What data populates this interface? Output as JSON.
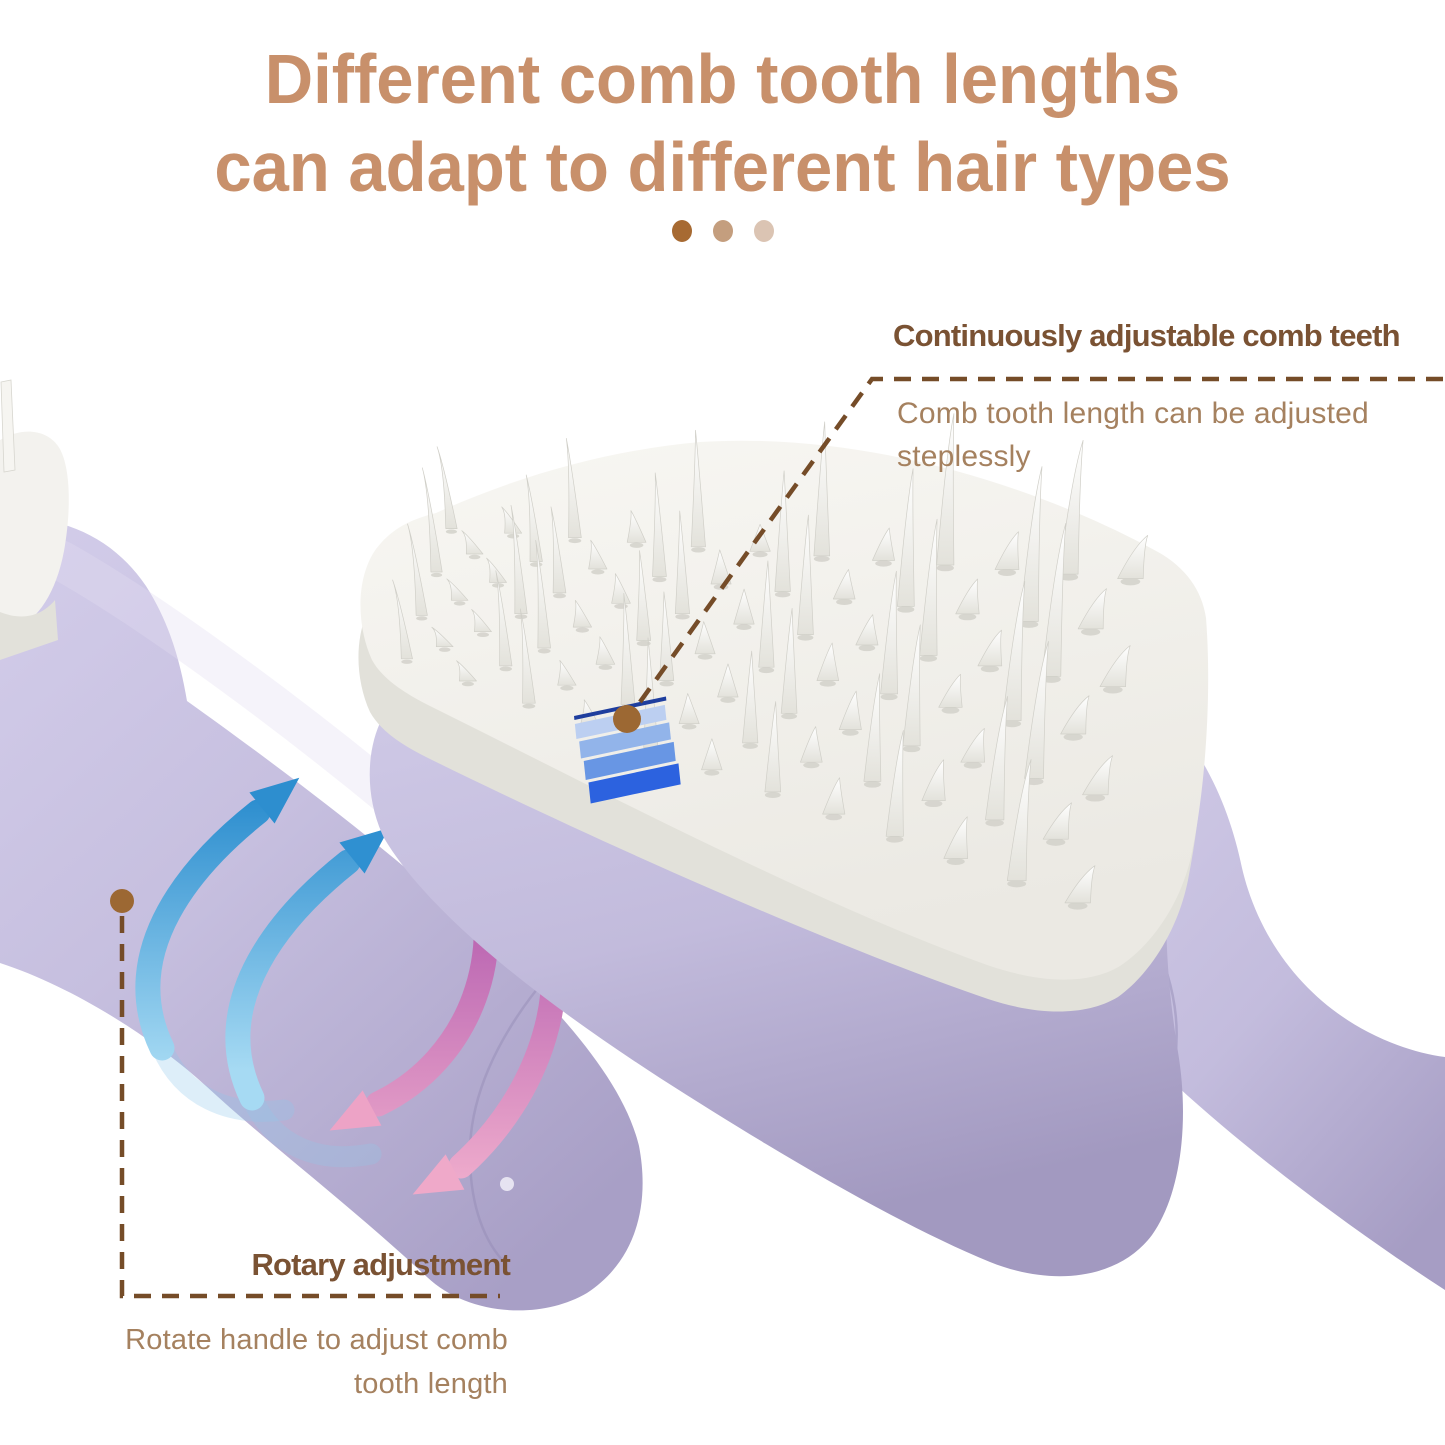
{
  "title": {
    "line1": "Different comb tooth lengths",
    "line2": "can adapt to different hair types"
  },
  "divider_dots": [
    "#a76a32",
    "#c49e7e",
    "#dbc4b3"
  ],
  "callouts": {
    "comb_teeth": {
      "heading": "Continuously adjustable comb teeth",
      "body_line1": "Comb tooth length can be adjusted",
      "body_line2": "steplessly"
    },
    "rotary": {
      "heading": "Rotary adjustment",
      "body_line1": "Rotate handle to adjust comb",
      "body_line2": "tooth length"
    }
  },
  "colors": {
    "title_text": "#c8906b",
    "heading_text": "#7a5233",
    "body_text": "#a5815f",
    "callout_line": "#754c28",
    "callout_dot": "#9c6833",
    "brush_purple_light": "#d5d0ea",
    "brush_purple_mid": "#c7c0e0",
    "brush_purple_shadow": "#a59cc3",
    "pad_white_top": "#f5f4f0",
    "pad_white_side": "#e2e1da",
    "pad_hole": "#d2d1ca",
    "bristle_light": "#ffffff",
    "bristle_shade": "#dcdbd4",
    "bristle_stroke": "#d0cfc8",
    "arrow_blue_dark": "#2d8ecf",
    "arrow_blue_light": "#a6daf3",
    "arrow_pink_dark": "#aa50aa",
    "arrow_pink_light": "#f4b3cf"
  },
  "indicator": {
    "line_color": "#1e3e9e",
    "stripe_colors": [
      "#bccff1",
      "#92b4ea",
      "#6896e4",
      "#2c62df"
    ]
  }
}
